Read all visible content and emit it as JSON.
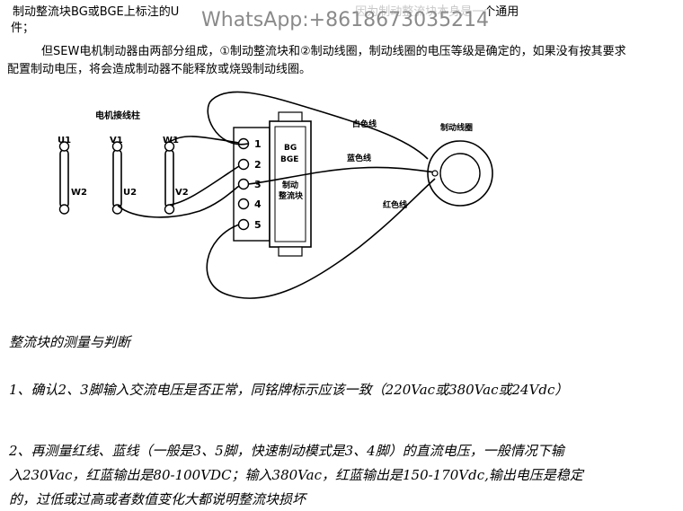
{
  "text": {
    "line1_start": "制动整流块BG或BGE上标注的U",
    "line1_end": "因为制动整流块本身是一个通用",
    "line1_cont": "件；",
    "line2": "但SEW电机制动器由两部分组成，①制动整流块和②制动线圈，制动线圈的电压等级是确定的，如果没有按其要求",
    "line3": "配置制动电压，将会造成制动器不能释放或烧毁制动线圈。"
  },
  "watermark": {
    "text": "WhatsApp:+8618673035214"
  },
  "diagram": {
    "terminal_title": "电机接线柱",
    "terminals_top": [
      "U1",
      "V1",
      "W1"
    ],
    "terminals_bottom": [
      "W2",
      "U2",
      "V2"
    ],
    "rectifier_label_1": "BG",
    "rectifier_label_2": "BGE",
    "rectifier_label_3": "制动",
    "rectifier_label_4": "整流块",
    "pins": [
      "1",
      "2",
      "3",
      "4",
      "5"
    ],
    "wire_white": "白色线",
    "wire_blue": "蓝色线",
    "wire_red": "红色线",
    "coil_label": "制动线圈"
  },
  "section": {
    "heading": "整流块的测量与判断",
    "item1": "1、确认2、3脚输入交流电压是否正常，同铭牌标示应该一致（220Vac或380Vac或24Vdc）",
    "item2_line1": "2、再测量红线、蓝线（一般是3、5脚，快速制动模式是3、4脚）的直流电压，一般情况下输",
    "item2_line2": "入230Vac，红蓝输出是80-100VDC；输入380Vac，红蓝输出是150-170Vdc,输出电压是稳定",
    "item2_line3": "的，过低或过高或者数值变化大都说明整流块损坏"
  }
}
